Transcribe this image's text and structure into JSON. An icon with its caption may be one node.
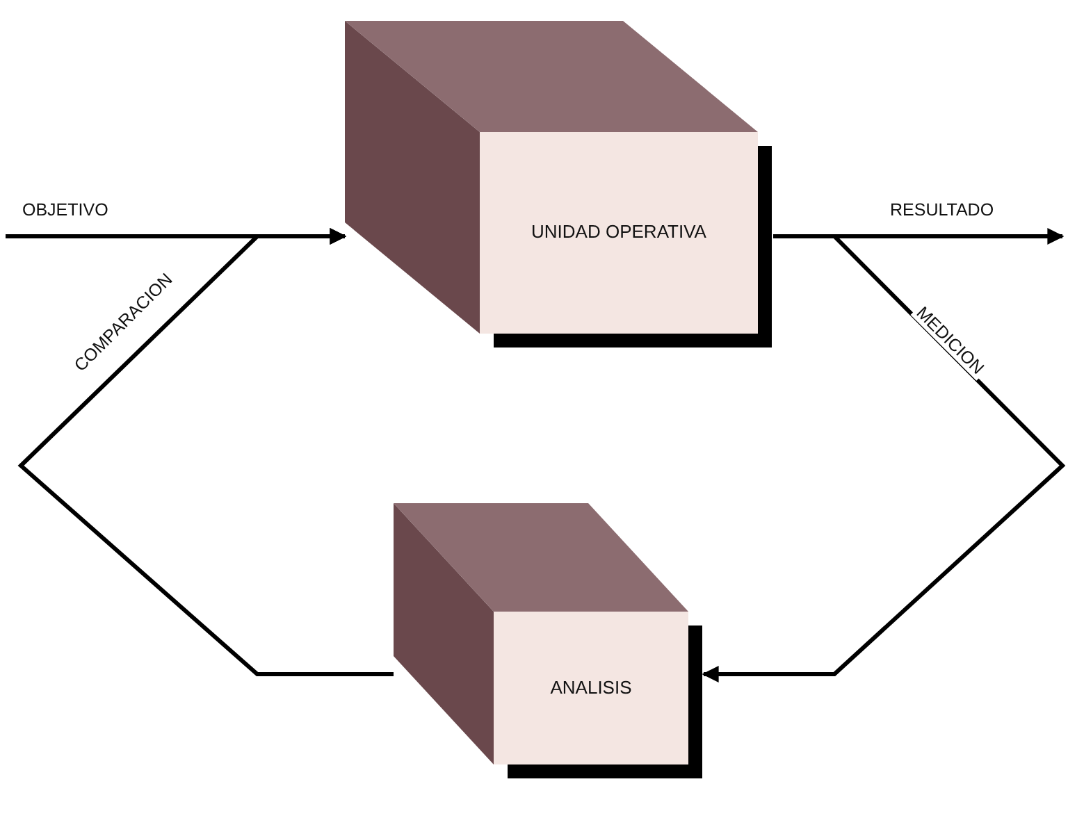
{
  "diagram": {
    "nodes": [
      {
        "text": [
          "UNIDAD OPERATIVA"
        ]
      },
      {
        "text": [
          "ANALISIS"
        ]
      }
    ],
    "edges": [
      {
        "from": null,
        "to": 0,
        "arrow": "to",
        "label": "OBJETIVO"
      },
      {
        "from": 0,
        "to": null,
        "arrow": "to",
        "label": "RESULTADO"
      },
      {
        "from": 0,
        "to": 1,
        "arrow": "to",
        "label": "MEDICION"
      },
      {
        "from": 1,
        "to": 0,
        "arrow": "to",
        "label": "COMPARACION"
      }
    ]
  }
}
